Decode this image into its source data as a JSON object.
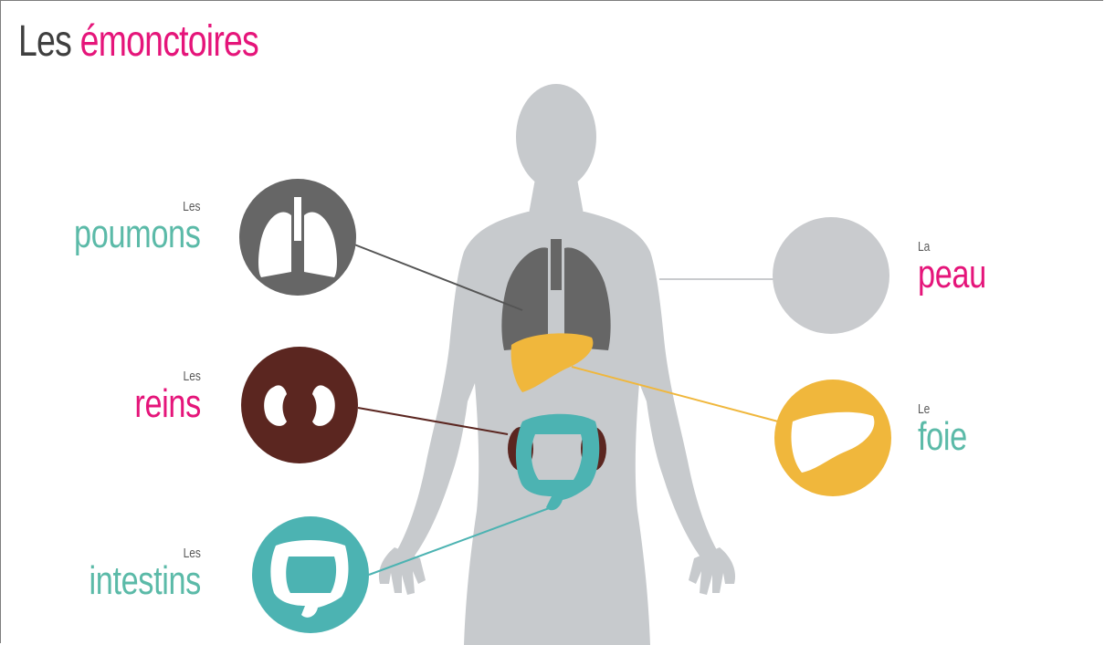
{
  "title": {
    "part1": "Les",
    "part2": "émonctoires"
  },
  "colors": {
    "pink": "#e5157a",
    "teal": "#5bbaa8",
    "body_grey": "#c7cacd",
    "lungs": "#666666",
    "kidneys": "#5b2620",
    "liver": "#f0b73c",
    "intestines": "#4cb3b2",
    "skin": "#c9cbce"
  },
  "labels": {
    "poumons": {
      "article": "Les",
      "word": "poumons"
    },
    "reins": {
      "article": "Les",
      "word": "reins"
    },
    "intestins": {
      "article": "Les",
      "word": "intestins"
    },
    "peau": {
      "article": "La",
      "word": "peau"
    },
    "foie": {
      "article": "Le",
      "word": "foie"
    }
  },
  "icons": {
    "lungs": "lungs-icon",
    "kidneys": "kidneys-icon",
    "intestines": "intestines-icon",
    "skin": "skin-icon",
    "liver": "liver-icon"
  }
}
